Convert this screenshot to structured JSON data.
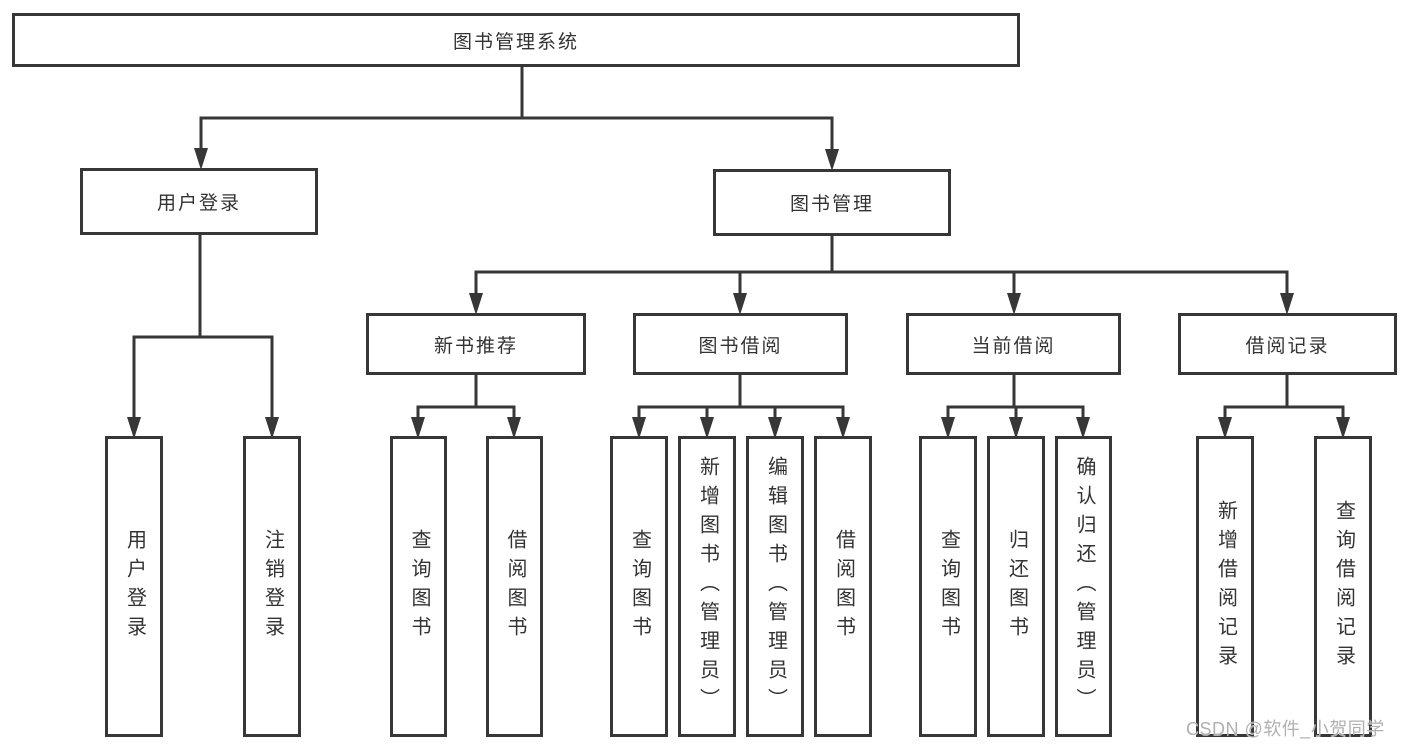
{
  "diagram": {
    "root": {
      "label": "图书管理系统"
    },
    "branches": [
      {
        "label": "用户登录",
        "children": [
          {
            "label": "用户登录"
          },
          {
            "label": "注销登录"
          }
        ]
      },
      {
        "label": "图书管理",
        "children": [
          {
            "label": "新书推荐",
            "children": [
              {
                "label": "查询图书"
              },
              {
                "label": "借阅图书"
              }
            ]
          },
          {
            "label": "图书借阅",
            "children": [
              {
                "label": "查询图书"
              },
              {
                "label": "新增图书（管理员）"
              },
              {
                "label": "编辑图书（管理员）"
              },
              {
                "label": "借阅图书"
              }
            ]
          },
          {
            "label": "当前借阅",
            "children": [
              {
                "label": "查询图书"
              },
              {
                "label": "归还图书"
              },
              {
                "label": "确认归还（管理员）"
              }
            ]
          },
          {
            "label": "借阅记录",
            "children": [
              {
                "label": "新增借阅记录"
              },
              {
                "label": "查询借阅记录"
              }
            ]
          }
        ]
      }
    ]
  },
  "watermark": {
    "text": "CSDN @软件_小贺同学"
  },
  "colors": {
    "line": "#373737",
    "text": "#333333",
    "watermark": "#b0b0b0",
    "background": "#ffffff"
  }
}
